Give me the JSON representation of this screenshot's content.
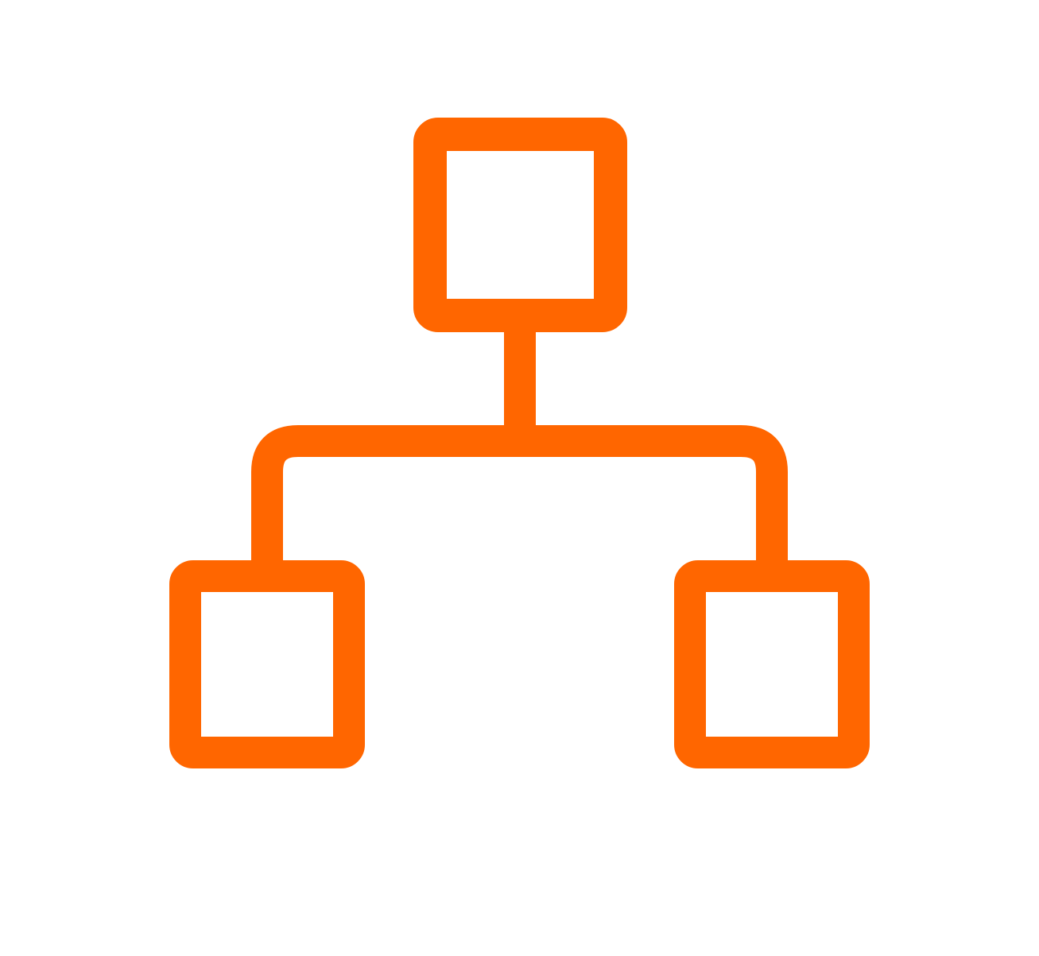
{
  "diagram": {
    "icon_name": "hierarchy-icon",
    "kind": "tree",
    "stroke_color": "#FF6600",
    "background_color": "#FFFFFF",
    "nodes": [
      {
        "id": "root",
        "role": "parent"
      },
      {
        "id": "left-child",
        "role": "child"
      },
      {
        "id": "right-child",
        "role": "child"
      }
    ],
    "edges": [
      {
        "from": "root",
        "to": "left-child"
      },
      {
        "from": "root",
        "to": "right-child"
      }
    ]
  }
}
